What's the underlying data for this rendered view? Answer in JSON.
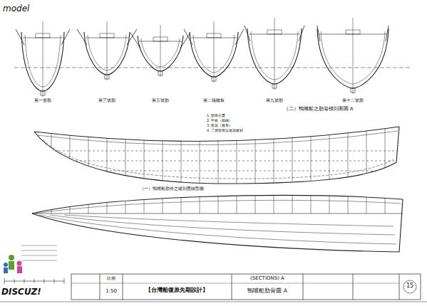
{
  "diagram": {
    "title": "【台灣船復原先期設計】",
    "labels": [
      "model",
      "第一號肋",
      "第三號肋",
      "第五號肋",
      "第二隔艙板",
      "第九號肋",
      "第十二號肋",
      "（二）鴨嘴船之肋骨橫剖面圖 A",
      "1. 肋骨位置",
      "2. 甲板（舷緣）",
      "3. 船底（龍骨）",
      "4. 二號肋骨以後底縱材",
      "（一）鴨嘴船肋骨之縱剖面線型圖",
      "1:50",
      "(SECTIONS) A",
      "鴨嘴船肋骨圖 A",
      "15",
      "DISCUZ!",
      "比例"
    ]
  }
}
